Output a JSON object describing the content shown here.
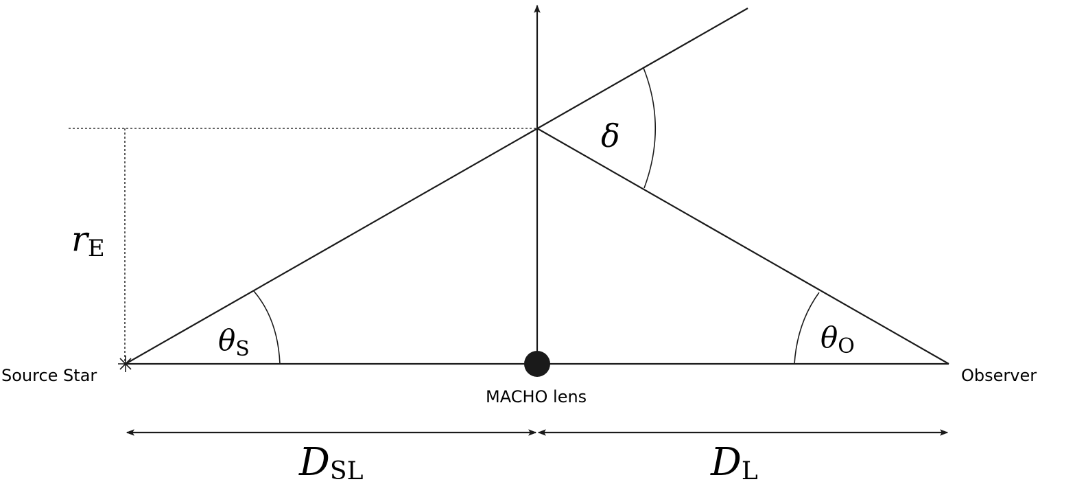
{
  "labels": {
    "source": "Source Star",
    "lens": "MACHO lens",
    "observer": "Observer"
  },
  "symbols": {
    "r_E": {
      "main": "r",
      "sub": "E"
    },
    "theta_S": {
      "main": "θ",
      "sub": "S"
    },
    "theta_O": {
      "main": "θ",
      "sub": "O"
    },
    "delta": {
      "main": "δ"
    },
    "D_SL": {
      "main": "D",
      "sub": "SL"
    },
    "D_L": {
      "main": "D",
      "sub": "L"
    }
  }
}
